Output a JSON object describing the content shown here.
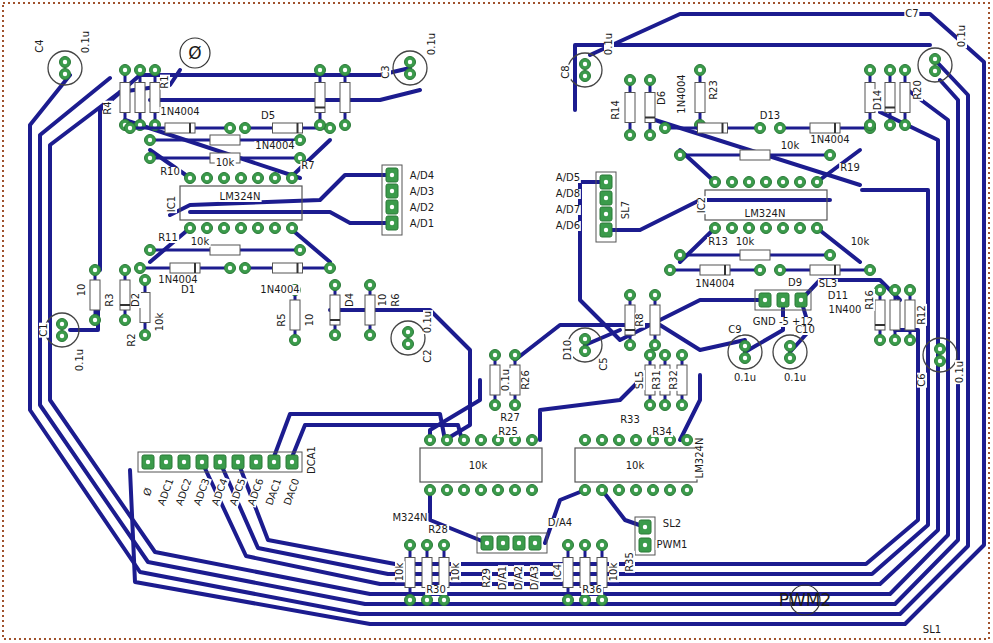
{
  "diagram": {
    "labels": [
      "Ø",
      "C4",
      "0.1u",
      "C3",
      "0.1u",
      "C8",
      "0.1u",
      "C7",
      "0.1u",
      "R4",
      "R1",
      "1N4004",
      "D5",
      "1N4004",
      "10k",
      "R10",
      "R7",
      "LM324N",
      "IC1",
      "A/D4",
      "A/D3",
      "A/D2",
      "A/D1",
      "R11",
      "10k",
      "1N4004",
      "D1",
      "1N4004",
      "D4",
      "10",
      "R6",
      "R3",
      "10",
      "D2",
      "R2",
      "10k",
      "R5",
      "10",
      "C1",
      "0.1u",
      "C2",
      "0.1u",
      "A/D5",
      "A/D8",
      "A/D7",
      "A/D6",
      "SL7",
      "R14",
      "D6",
      "1N4004",
      "R23",
      "D13",
      "D14",
      "R20",
      "10k",
      "1N4004",
      "R19",
      "LM324N",
      "IC2",
      "R13",
      "10k",
      "1N4004",
      "D9",
      "SL3",
      "GND -5 +12",
      "D11",
      "1N400",
      "10k",
      "R16",
      "R12",
      "R8",
      "D10",
      "C5",
      "0.1u",
      "C9",
      "0.1u",
      "C10",
      "0.1u",
      "C6",
      "0.1u",
      "R26",
      "R27",
      "R25",
      "10k",
      "M324N",
      "R28",
      "10k",
      "R30",
      "10k",
      "R29",
      "D/A1",
      "D/A2",
      "D/A3",
      "D/A4",
      "SL5",
      "R31",
      "R32",
      "R33",
      "R34",
      "10k",
      "LM324N",
      "IC4",
      "R36",
      "10k",
      "R35",
      "SL2",
      "PWM1",
      "PWM2",
      "Ø",
      "ADC1",
      "ADC2",
      "ADC3",
      "ADC4",
      "ADC5",
      "ADC6",
      "DAC1",
      "DAC0",
      "DCA1",
      "SL1"
    ]
  }
}
